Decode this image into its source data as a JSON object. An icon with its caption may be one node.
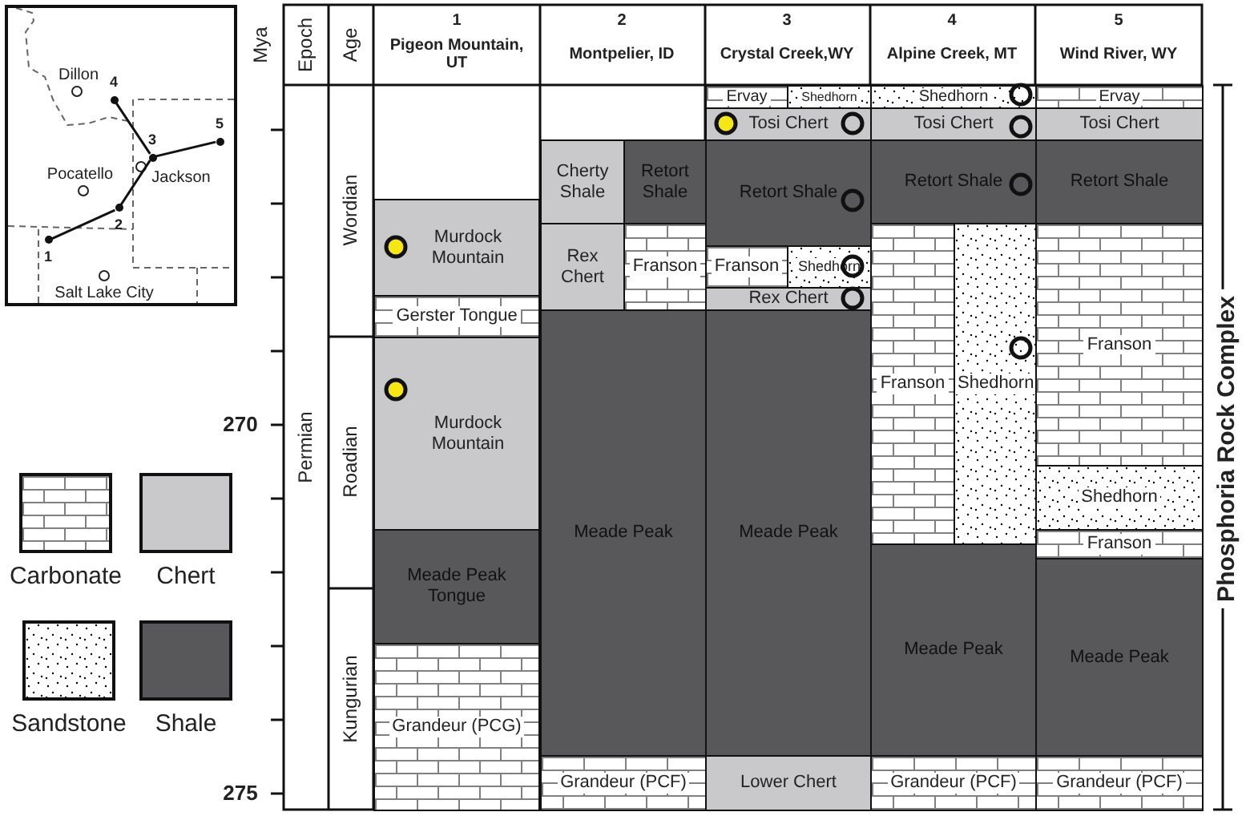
{
  "diagram": {
    "nodes": [
      {
        "text": [
          "1"
        ]
      },
      {
        "text": [
          "2"
        ]
      },
      {
        "text": [
          "3"
        ]
      },
      {
        "text": [
          "4"
        ]
      },
      {
        "text": [
          "5"
        ]
      },
      {
        "text": [
          "Murdock Mountain"
        ]
      },
      {
        "text": [
          "Gerster Tongue"
        ]
      },
      {
        "text": [
          "Murdock Mountain"
        ]
      },
      {
        "text": [
          "Meade Peak Tongue"
        ]
      },
      {
        "text": [
          "Grandeur (PCG)"
        ]
      },
      {
        "text": [
          "Cherty Shale"
        ]
      },
      {
        "text": [
          "Retort Shale"
        ]
      },
      {
        "text": [
          "Rex Chert"
        ]
      },
      {
        "text": [
          "Franson"
        ]
      },
      {
        "text": [
          "Meade Peak"
        ]
      },
      {
        "text": [
          "Grandeur (PCF)"
        ]
      },
      {
        "text": [
          "Ervay"
        ]
      },
      {
        "text": [
          "Shedhorn"
        ]
      },
      {
        "text": [
          "Tosi Chert"
        ]
      },
      {
        "text": [
          "Retort Shale"
        ]
      },
      {
        "text": [
          "Franson"
        ]
      },
      {
        "text": [
          "Shedhorn"
        ]
      },
      {
        "text": [
          "Rex Chert"
        ]
      },
      {
        "text": [
          "Meade Peak"
        ]
      },
      {
        "text": [
          "Lower Chert"
        ]
      },
      {
        "text": [
          "Shedhorn"
        ]
      },
      {
        "text": [
          "Tosi Chert"
        ]
      },
      {
        "text": [
          "Retort Shale"
        ]
      },
      {
        "text": [
          "Franson"
        ]
      },
      {
        "text": [
          "Shedhorn"
        ]
      },
      {
        "text": [
          "Meade Peak"
        ]
      },
      {
        "text": [
          "Grandeur (PCF)"
        ]
      },
      {
        "text": [
          "Ervay"
        ]
      },
      {
        "text": [
          "Tosi Chert"
        ]
      },
      {
        "text": [
          "Retort Shale"
        ]
      },
      {
        "text": [
          "Franson"
        ]
      },
      {
        "text": [
          "Shedhorn"
        ]
      },
      {
        "text": [
          "Franson"
        ]
      },
      {
        "text": [
          "Meade Peak"
        ]
      },
      {
        "text": [
          "Grandeur (PCF)"
        ]
      }
    ],
    "edges": [
      {
        "from": 0,
        "to": 1,
        "arrow": "none"
      },
      {
        "from": 1,
        "to": 2,
        "arrow": "none"
      },
      {
        "from": 2,
        "to": 3,
        "arrow": "none"
      },
      {
        "from": 2,
        "to": 4,
        "arrow": "none"
      }
    ],
    "labels": [
      "Dillon",
      "Pocatello",
      "Jackson",
      "Salt Lake City",
      "Mya",
      "Epoch",
      "Age",
      "1",
      "Pigeon Mountain, UT",
      "2",
      "Montpelier, ID",
      "3",
      "Crystal Creek,WY",
      "4",
      "Alpine Creek, MT",
      "5",
      "Wind River, WY",
      "Wordian",
      "270",
      "Permian",
      "Roadian",
      "Kungurian",
      "275",
      "Phosphoria Rock Complex"
    ],
    "legend": [
      {
        "text": "Carbonate"
      },
      {
        "text": "Chert",
        "color": "#c9c9cb"
      },
      {
        "text": "Sandstone"
      },
      {
        "text": "Shale",
        "color": "#58585a"
      }
    ]
  }
}
